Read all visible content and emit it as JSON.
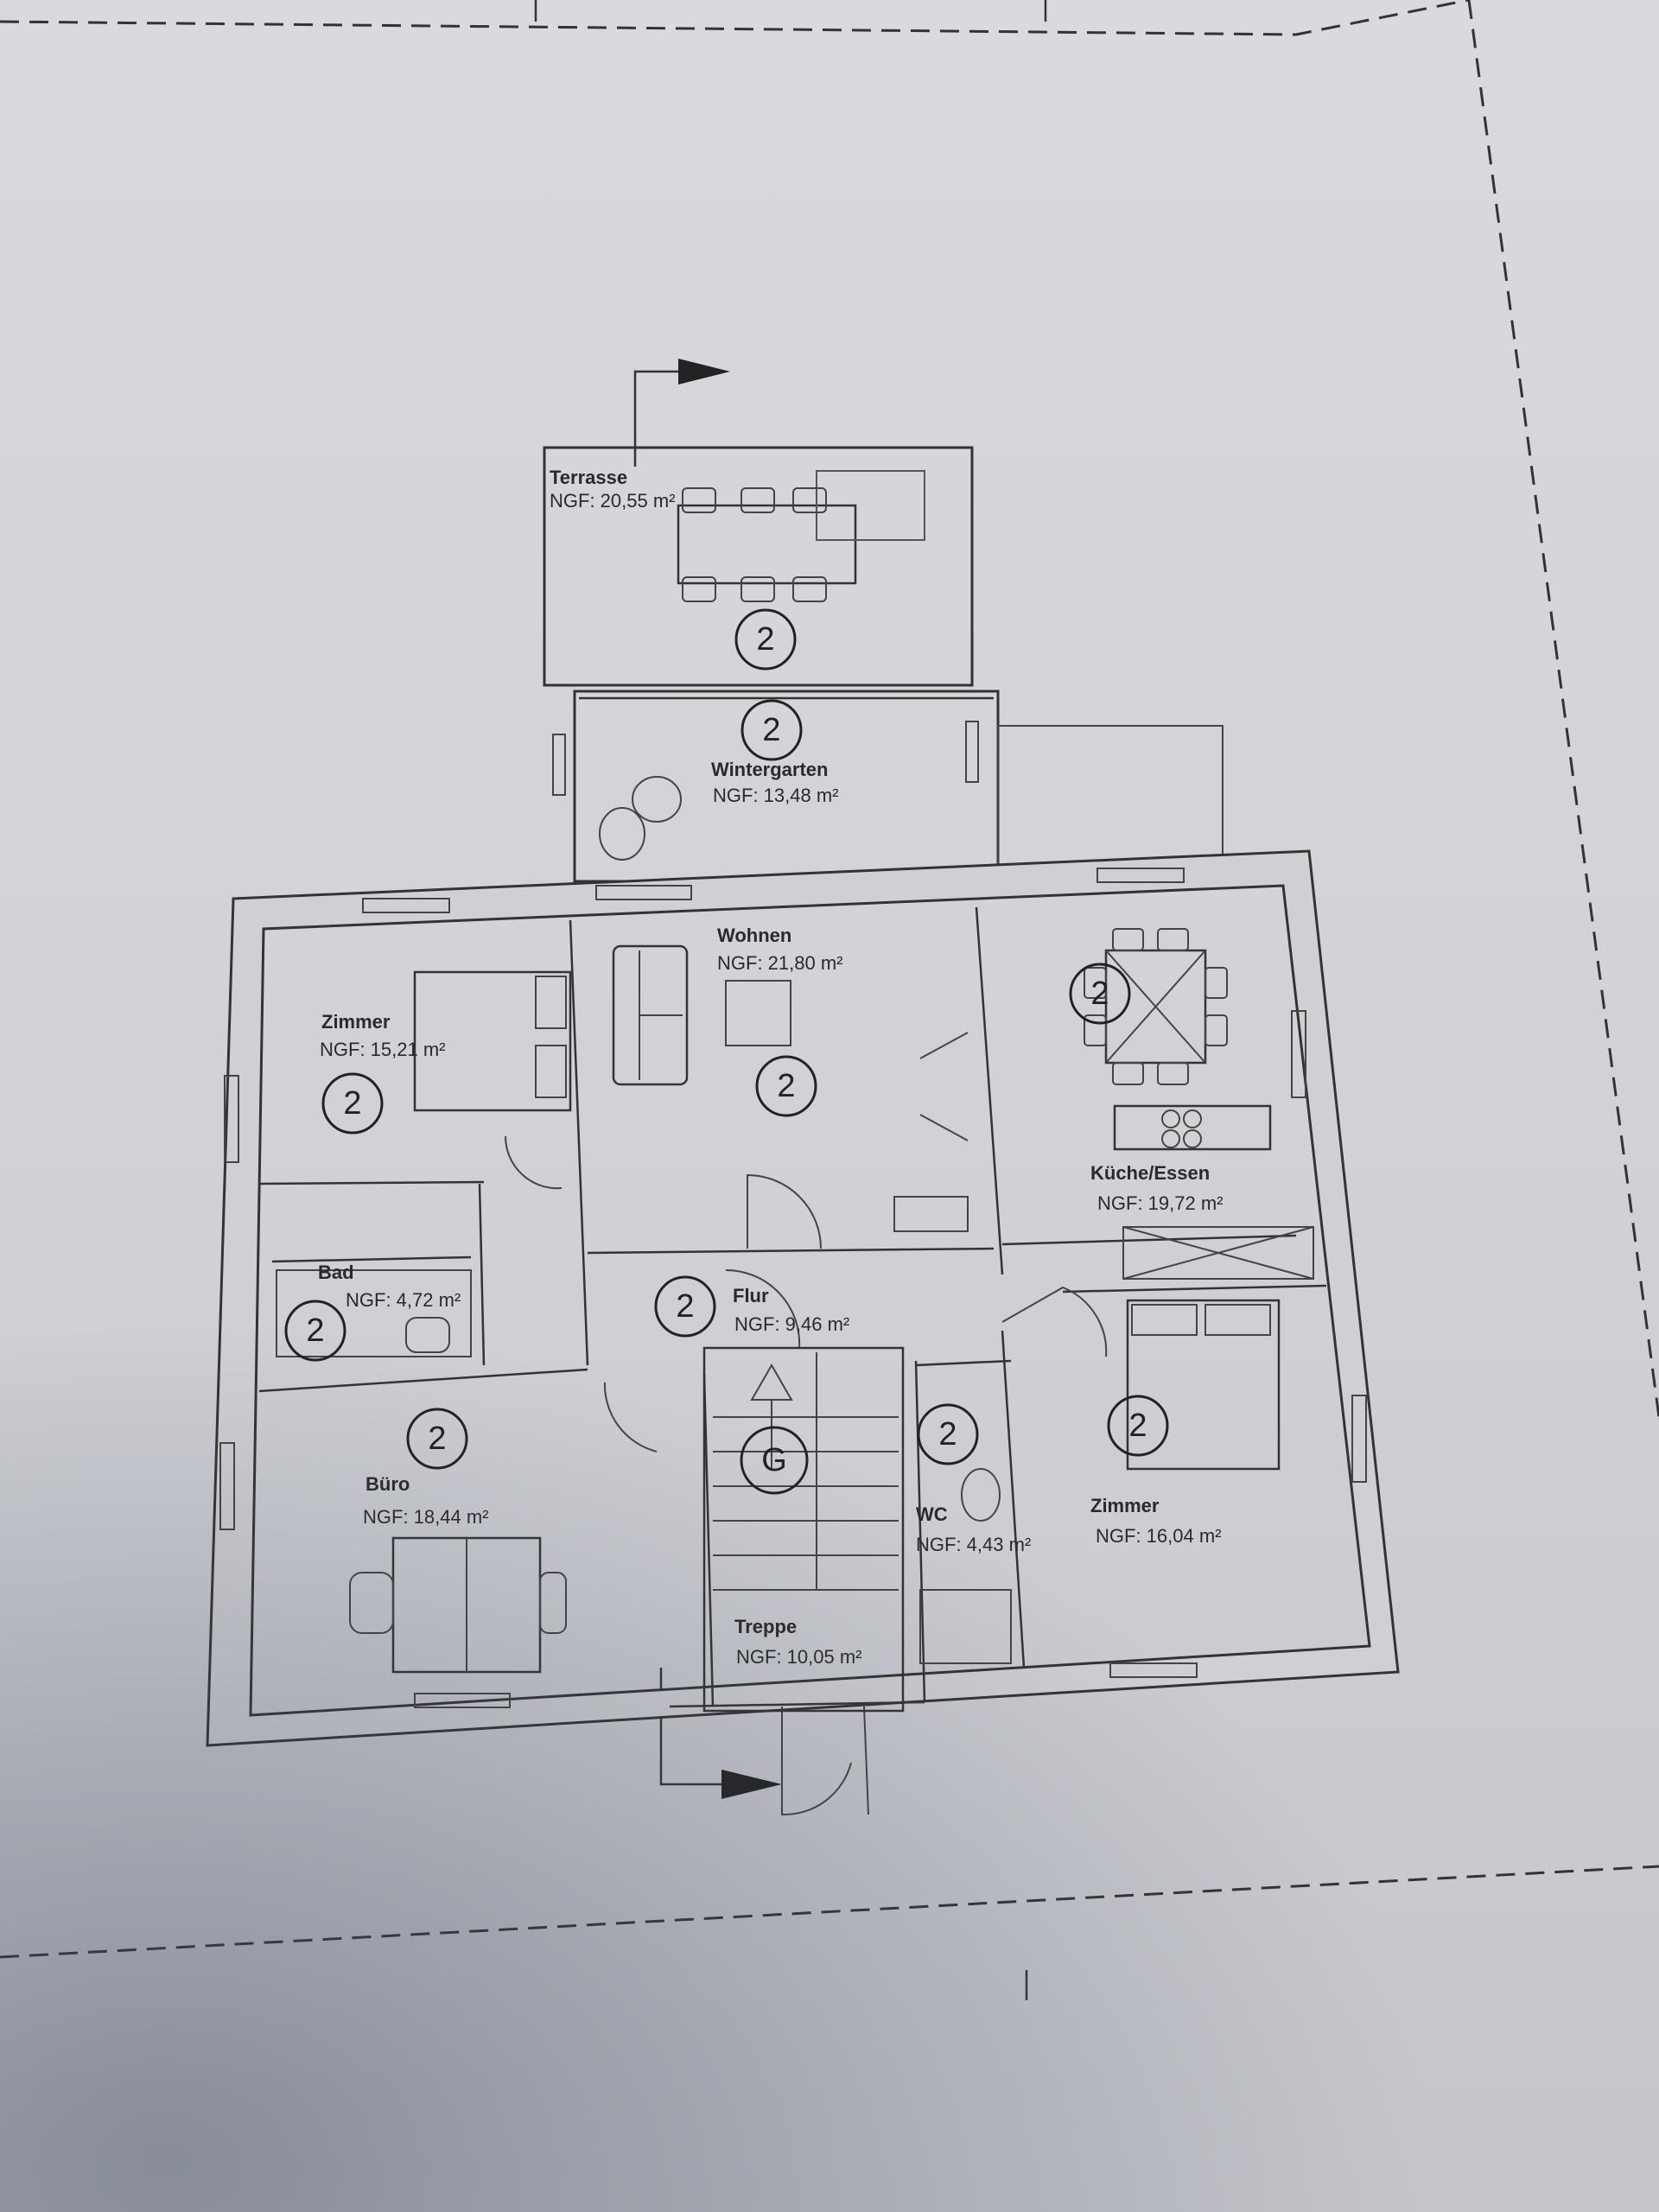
{
  "badges": {
    "storey_2": "2",
    "storey_g": "G"
  },
  "rooms": {
    "terrasse": {
      "name": "Terrasse",
      "area": "NGF: 20,55 m²"
    },
    "wintergarten": {
      "name": "Wintergarten",
      "area": "NGF: 13,48 m²"
    },
    "wohnen": {
      "name": "Wohnen",
      "area": "NGF: 21,80 m²"
    },
    "zimmer_nw": {
      "name": "Zimmer",
      "area": "NGF: 15,21 m²"
    },
    "kueche": {
      "name": "Küche/Essen",
      "area": "NGF: 19,72 m²"
    },
    "bad": {
      "name": "Bad",
      "area": "NGF: 4,72 m²"
    },
    "flur": {
      "name": "Flur",
      "area": "NGF: 9,46 m²"
    },
    "buero": {
      "name": "Büro",
      "area": "NGF: 18,44 m²"
    },
    "wc": {
      "name": "WC",
      "area": "NGF: 4,43 m²"
    },
    "zimmer_se": {
      "name": "Zimmer",
      "area": "NGF: 16,04 m²"
    },
    "treppe": {
      "name": "Treppe",
      "area": "NGF: 10,05 m²"
    }
  },
  "colors": {
    "paper": "#d9dade",
    "ink": "#333333",
    "wall_fill": "#cfd0d4"
  }
}
